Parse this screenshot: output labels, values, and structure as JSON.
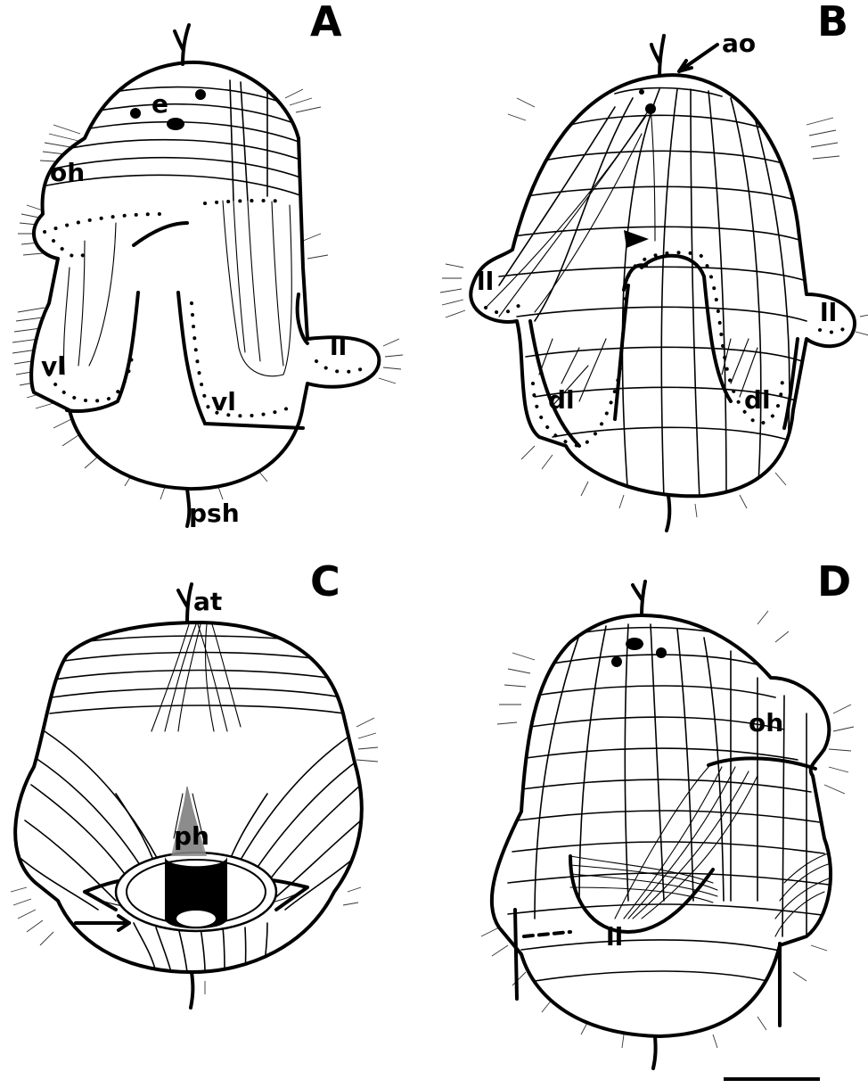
{
  "panels": {
    "a": {
      "letter": "A",
      "labels": {
        "eye": "e",
        "oral_hood": "oh",
        "ventral_lobe_left": "vl",
        "ventral_lobe_right": "vl",
        "lateral_lobe": "ll",
        "posterior_hair": "psh"
      }
    },
    "b": {
      "letter": "B",
      "labels": {
        "apical_organ": "ao",
        "lateral_lobe_left": "ll",
        "lateral_lobe_right": "ll",
        "dorsal_lobe_left": "dl",
        "dorsal_lobe_right": "dl"
      }
    },
    "c": {
      "letter": "C",
      "labels": {
        "apical_tuft": "at",
        "pharynx": "ph"
      }
    },
    "d": {
      "letter": "D",
      "labels": {
        "oral_hood": "oh",
        "lateral_lobe": "ll"
      }
    }
  }
}
